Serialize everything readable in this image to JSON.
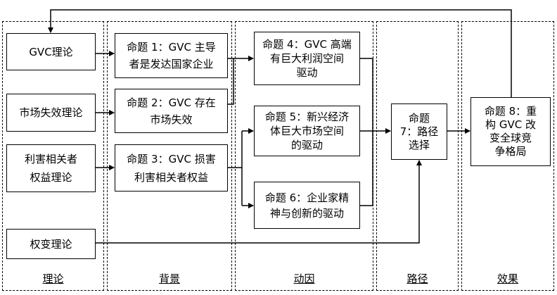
{
  "columns": {
    "theory": "理论",
    "background": "背景",
    "motive": "动因",
    "path": "路径",
    "effect": "效果"
  },
  "theories": {
    "gvc": "GVC理论",
    "market_failure": "市场失效理论",
    "stakeholder": "利害相关者\n权益理论",
    "property_rights": "权变理论"
  },
  "propositions": {
    "p1": "命题 1：GVC 主导\n者是发达国家企业",
    "p2": "命题 2：GVC 存在\n市场失效",
    "p3": "命题 3：GVC 损害\n利害相关者权益",
    "p4": "命题 4：GVC 高端\n有巨大利润空间\n驱动",
    "p5": "命题 5：新兴经济\n体巨大市场空间\n的驱动",
    "p6": "命题 6：企业家精\n神与创新的驱动",
    "p7": "命题\n7：路径\n选择",
    "p8": "命题 8：重\n构 GVC 改\n变全球竞\n争格局"
  }
}
